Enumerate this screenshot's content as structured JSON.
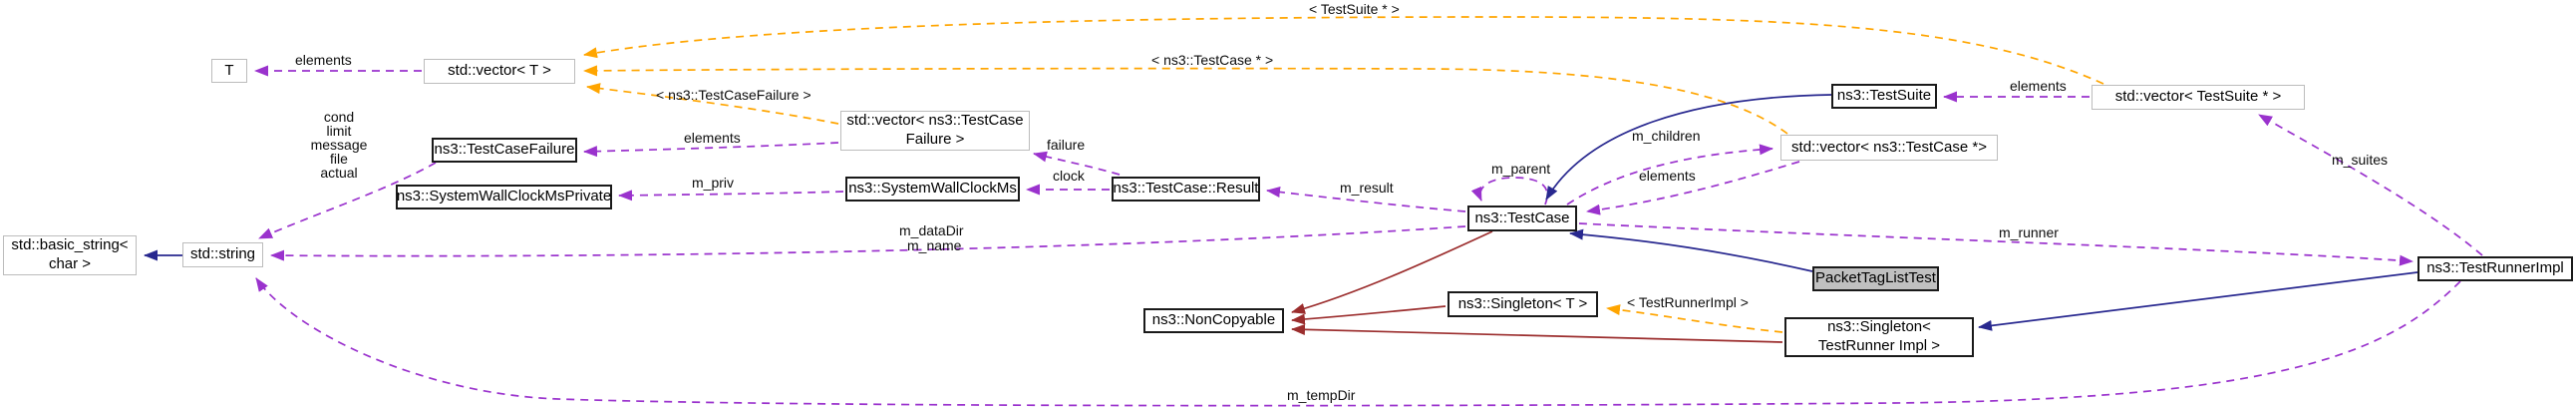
{
  "diagram": {
    "kind": "doxygen-collaboration-graph",
    "focus_node": "PacketTagListTest"
  },
  "colors": {
    "member_edge": "#9a32cd",
    "template_edge": "#ffa500",
    "public_inheritance_edge": "#28288f",
    "private_inheritance_edge": "#9b2d2d",
    "node_border": "#1a1a1a",
    "std_node_border": "#bcbcbc",
    "node_fill": "#ffffff",
    "focus_node_fill": "#c0c0c0"
  },
  "nodes": [
    {
      "label": "T"
    },
    {
      "label": "std::vector< T >"
    },
    {
      "label": "ns3::TestCaseFailure"
    },
    {
      "label": "std::vector< ns3::TestCase Failure >"
    },
    {
      "label": "ns3::SystemWallClockMsPrivate"
    },
    {
      "label": "ns3::SystemWallClockMs"
    },
    {
      "label": "ns3::TestCase::Result"
    },
    {
      "label": "std::basic_string< char >"
    },
    {
      "label": "std::string"
    },
    {
      "label": "ns3::TestCase"
    },
    {
      "label": "ns3::TestSuite"
    },
    {
      "label": "std::vector< ns3::TestCase *>"
    },
    {
      "label": "std::vector< TestSuite * >"
    },
    {
      "label": "PacketTagListTest"
    },
    {
      "label": "ns3::Singleton< T >"
    },
    {
      "label": "ns3::NonCopyable"
    },
    {
      "label": "ns3::Singleton< TestRunner Impl >"
    },
    {
      "label": "ns3::TestRunnerImpl"
    }
  ],
  "edge_labels": [
    {
      "text": "elements"
    },
    {
      "text": "< TestSuite * >"
    },
    {
      "text": "< ns3::TestCase * >"
    },
    {
      "text": "< ns3::TestCaseFailure >"
    },
    {
      "text": "cond"
    },
    {
      "text": "limit"
    },
    {
      "text": "message"
    },
    {
      "text": "file"
    },
    {
      "text": "actual"
    },
    {
      "text": "elements"
    },
    {
      "text": "m_priv"
    },
    {
      "text": "failure"
    },
    {
      "text": "clock"
    },
    {
      "text": "m_result"
    },
    {
      "text": "m_parent"
    },
    {
      "text": "m_children"
    },
    {
      "text": "elements"
    },
    {
      "text": "elements"
    },
    {
      "text": "m_suites"
    },
    {
      "text": "m_dataDir"
    },
    {
      "text": "m_name"
    },
    {
      "text": "m_runner"
    },
    {
      "text": "< TestRunnerImpl >"
    },
    {
      "text": "m_tempDir"
    }
  ]
}
